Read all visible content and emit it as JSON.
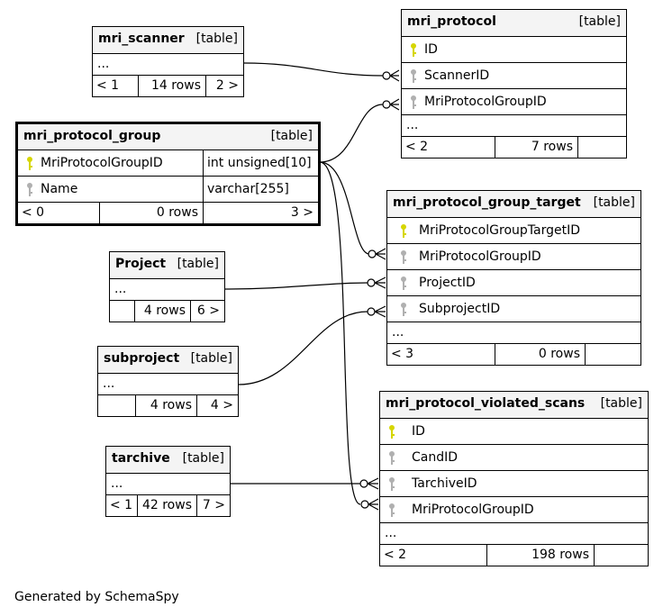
{
  "colors": {
    "primary_key": "#d6d600",
    "foreign_key": "#b0b0b0",
    "header_bg": "#f4f4f4"
  },
  "tables": {
    "mri_scanner": {
      "name": "mri_scanner",
      "type": "[table]",
      "ellipsis": "...",
      "footer": [
        "< 1",
        "14 rows",
        "2 >"
      ]
    },
    "mri_protocol": {
      "name": "mri_protocol",
      "type": "[table]",
      "columns": [
        {
          "name": "ID",
          "key": "primary-key-icon"
        },
        {
          "name": "ScannerID",
          "key": "foreign-key-icon"
        },
        {
          "name": "MriProtocolGroupID",
          "key": "foreign-key-icon"
        }
      ],
      "ellipsis": "...",
      "footer": [
        "< 2",
        "7 rows",
        ""
      ]
    },
    "mri_protocol_group": {
      "name": "mri_protocol_group",
      "type": "[table]",
      "columns": [
        {
          "name": "MriProtocolGroupID",
          "key": "primary-key-icon",
          "datatype": "int unsigned[10]"
        },
        {
          "name": "Name",
          "key": "foreign-key-icon",
          "datatype": "varchar[255]"
        }
      ],
      "footer": [
        "< 0",
        "0 rows",
        "3 >"
      ]
    },
    "mri_protocol_group_target": {
      "name": "mri_protocol_group_target",
      "type": "[table]",
      "columns": [
        {
          "name": "MriProtocolGroupTargetID",
          "key": "primary-key-icon"
        },
        {
          "name": "MriProtocolGroupID",
          "key": "foreign-key-icon"
        },
        {
          "name": "ProjectID",
          "key": "foreign-key-icon"
        },
        {
          "name": "SubprojectID",
          "key": "foreign-key-icon"
        }
      ],
      "ellipsis": "...",
      "footer": [
        "< 3",
        "0 rows",
        ""
      ]
    },
    "project": {
      "name": "Project",
      "type": "[table]",
      "ellipsis": "...",
      "footer": [
        "",
        "4 rows",
        "6 >"
      ]
    },
    "subproject": {
      "name": "subproject",
      "type": "[table]",
      "ellipsis": "...",
      "footer": [
        "",
        "4 rows",
        "4 >"
      ]
    },
    "tarchive": {
      "name": "tarchive",
      "type": "[table]",
      "ellipsis": "...",
      "footer": [
        "< 1",
        "42 rows",
        "7 >"
      ]
    },
    "mri_protocol_violated_scans": {
      "name": "mri_protocol_violated_scans",
      "type": "[table]",
      "columns": [
        {
          "name": "ID",
          "key": "primary-key-icon"
        },
        {
          "name": "CandID",
          "key": "foreign-key-icon"
        },
        {
          "name": "TarchiveID",
          "key": "foreign-key-icon"
        },
        {
          "name": "MriProtocolGroupID",
          "key": "foreign-key-icon"
        }
      ],
      "ellipsis": "...",
      "footer": [
        "< 2",
        "198 rows",
        ""
      ]
    }
  },
  "footer_text": "Generated by SchemaSpy"
}
